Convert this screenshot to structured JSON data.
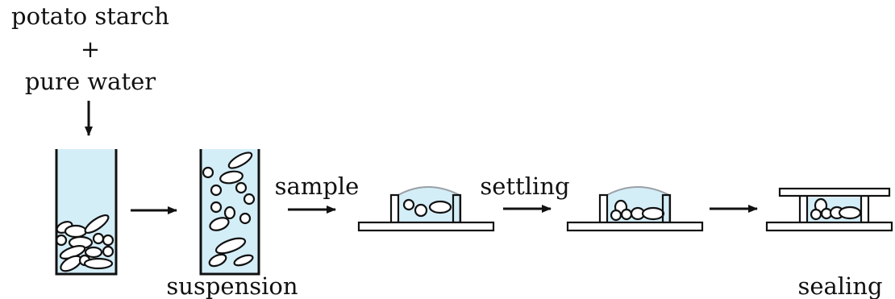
{
  "labels": {
    "starch": "potato starch",
    "plus": "+",
    "water": "pure water",
    "suspension": "suspension",
    "sample": "sample",
    "settling": "settling",
    "sealing": "sealing"
  },
  "colors": {
    "water": "#d4eef8",
    "stroke": "#111111",
    "meniscus": "#9aa0a6"
  }
}
